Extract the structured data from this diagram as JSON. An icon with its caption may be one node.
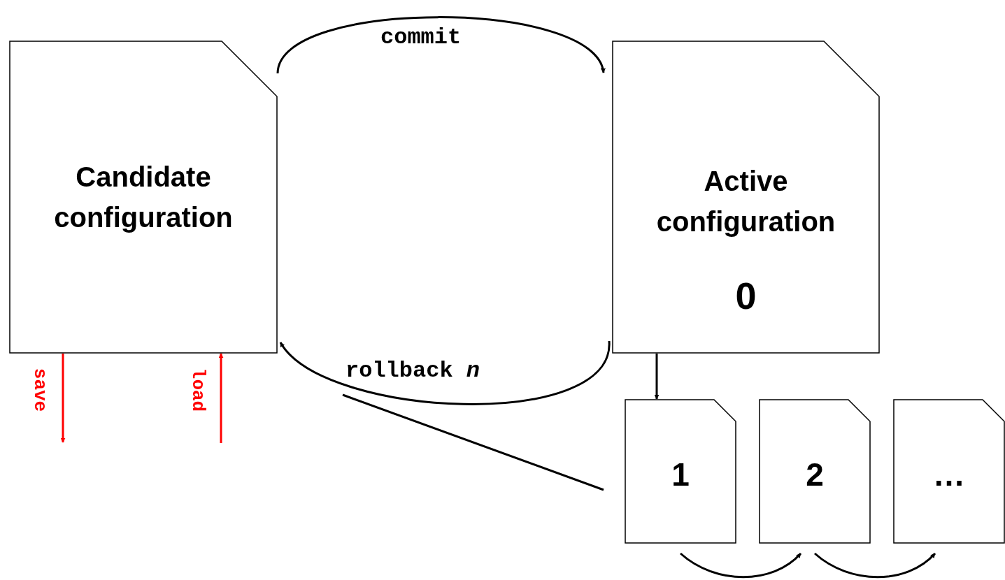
{
  "diagram": {
    "nodes": [
      {
        "text": [
          "Candidate configuration"
        ]
      },
      {
        "text": [
          "Active configuration",
          "0"
        ]
      },
      {
        "text": [
          "1"
        ]
      },
      {
        "text": [
          "2"
        ]
      },
      {
        "text": [
          "…"
        ]
      }
    ],
    "edges": [
      {
        "from": 0,
        "to": 1,
        "arrow": "to",
        "label": "commit"
      },
      {
        "from": 1,
        "to": 0,
        "arrow": "to",
        "label": "rollback *n*"
      },
      {
        "from": 1,
        "to": 2,
        "arrow": "to"
      },
      {
        "from": 2,
        "to": 3,
        "arrow": "to"
      },
      {
        "from": 3,
        "to": 4,
        "arrow": "to"
      },
      {
        "from": 2,
        "to": null,
        "arrow": "none"
      },
      {
        "from": 0,
        "to": null,
        "arrow": "to",
        "label": "save",
        "color": "#ff0000"
      },
      {
        "from": null,
        "to": 0,
        "arrow": "to",
        "label": "load",
        "color": "#ff0000"
      }
    ]
  }
}
